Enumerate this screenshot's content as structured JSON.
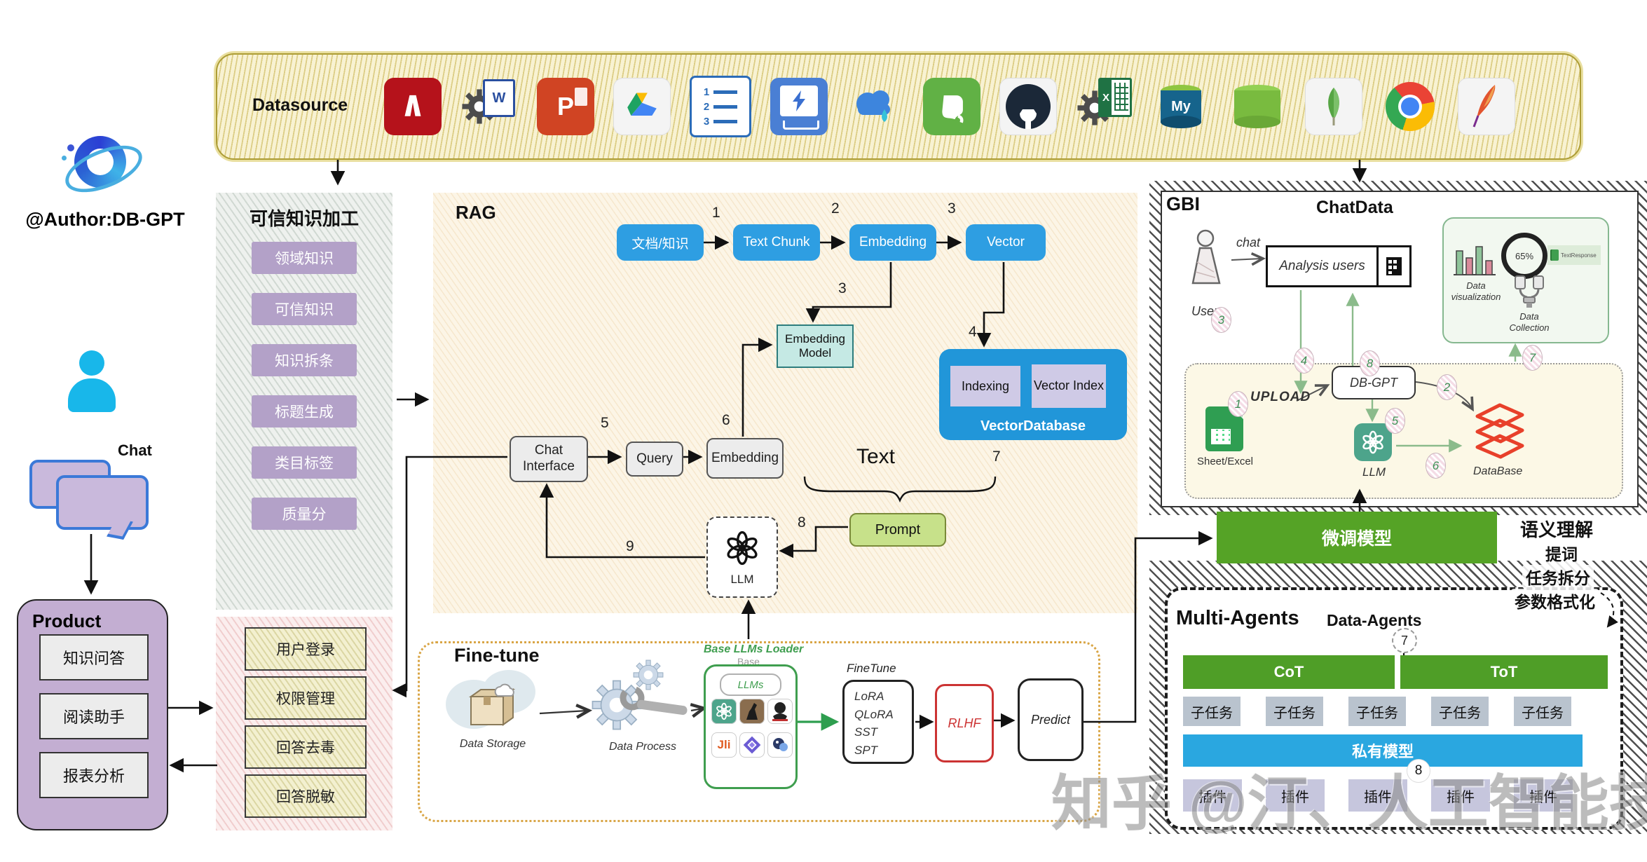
{
  "author": {
    "name": "@Author:DB-GPT"
  },
  "datasource": {
    "title": "Datasource",
    "icons": [
      "pdf",
      "word",
      "powerpoint",
      "google-drive",
      "numbered-document",
      "flash-storage",
      "cloud",
      "evernote",
      "github",
      "excel",
      "mysql",
      "database",
      "mongodb",
      "chrome",
      "apache"
    ]
  },
  "left_flow": {
    "chat_label": "Chat"
  },
  "product": {
    "title": "Product",
    "items": [
      "知识问答",
      "阅读助手",
      "报表分析"
    ]
  },
  "knowledge_panel": {
    "title": "可信知识加工",
    "items": [
      "领域知识",
      "可信知识",
      "知识拆条",
      "标题生成",
      "类目标签",
      "质量分"
    ]
  },
  "security_panel": {
    "items": [
      "用户登录",
      "权限管理",
      "回答去毒",
      "回答脱敏"
    ]
  },
  "rag": {
    "title": "RAG",
    "doc_box": "文档/知识",
    "text_chunk": "Text Chunk",
    "embedding_top": "Embedding",
    "vector": "Vector",
    "embedding_model": "Embedding Model",
    "vector_database": {
      "title": "VectorDatabase",
      "indexing": "Indexing",
      "vector_index": "Vector Index"
    },
    "chat_interface": "Chat Interface",
    "query": "Query",
    "embedding_query": "Embedding",
    "text_label": "Text",
    "prompt": "Prompt",
    "llm": "LLM",
    "steps": {
      "s1": "1",
      "s2": "2",
      "s3": "3",
      "s3b": "3",
      "s4": "4",
      "s5": "5",
      "s6": "6",
      "s7": "7",
      "s8": "8",
      "s9": "9"
    }
  },
  "finetune": {
    "title": "Fine-tune",
    "data_storage": "Data Storage",
    "data_process": "Data Process",
    "loader_label": "Base LLMs Loader",
    "loader_sub": "Base",
    "llms_pill": "LLMs",
    "jli_label": "Jli",
    "finetune_label": "FineTune",
    "methods": [
      "LoRA",
      "QLoRA",
      "SST",
      "SPT"
    ],
    "rlhf": "RLHF",
    "predict": "Predict"
  },
  "gbi": {
    "title": "GBI",
    "chatdata_title": "ChatData",
    "user_label": "User",
    "chat_label": "chat",
    "analysis_box": "Analysis users",
    "mini_panel": {
      "percent": "65%",
      "tag": "TextResponse",
      "viz_label": "Data visualization",
      "collection_label": "Data Collection"
    },
    "upload_label": "UPLOAD",
    "sheet_label": "Sheet/Excel",
    "dbgpt_label": "DB-GPT",
    "llm_label": "LLM",
    "database_label": "DataBase",
    "numbers": {
      "n1": "1",
      "n2": "2",
      "n3": "3",
      "n4": "4",
      "n5": "5",
      "n6": "6",
      "n7": "7",
      "n8": "8"
    }
  },
  "tuned_model": {
    "label": "微调模型",
    "notes": [
      "语义理解",
      "提词",
      "任务拆分",
      "参数格式化"
    ]
  },
  "multi_agents": {
    "title": "Multi-Agents",
    "subtitle": "Data-Agents",
    "cot": "CoT",
    "tot": "ToT",
    "subtasks": [
      "子任务",
      "子任务",
      "子任务",
      "子任务",
      "子任务"
    ],
    "private_model": "私有模型",
    "plugins": [
      "插件",
      "插件",
      "插件",
      "插件",
      "插件"
    ],
    "n7": "7",
    "n8": "8"
  },
  "watermark": "知乎 @汀、人工智能技术"
}
